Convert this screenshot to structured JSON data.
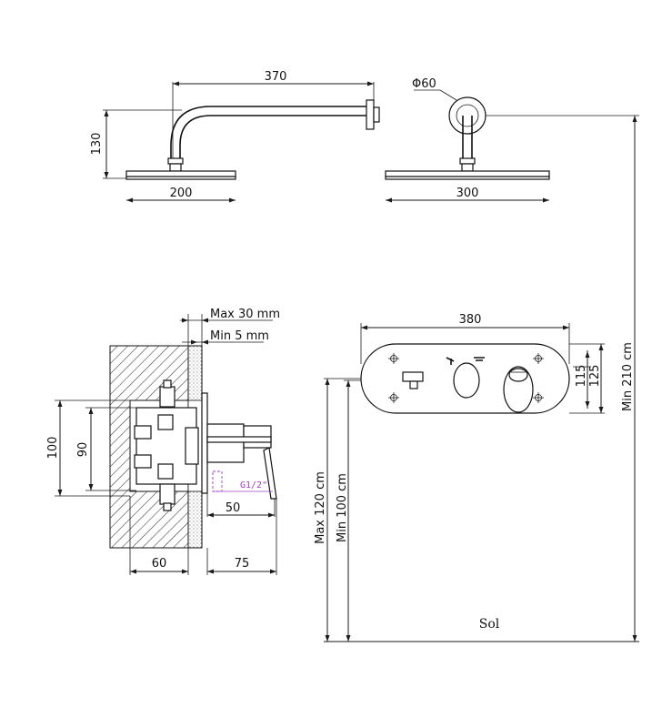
{
  "dimensions": {
    "arm_length": "370",
    "arm_height": "130",
    "pipe_diameter": "Φ60",
    "head_small": "200",
    "head_large": "300",
    "max_wall_depth": "Max 30 mm",
    "min_wall_depth": "Min 5 mm",
    "height_100": "100",
    "height_90": "90",
    "thread": "G1/2\"",
    "depth_50": "50",
    "depth_60": "60",
    "depth_75": "75",
    "plate_width": "380",
    "plate_height_115": "115",
    "plate_height_125": "125",
    "min_210": "Min 210 cm",
    "max_120": "Max 120 cm",
    "min_100": "Min 100 cm",
    "floor_label": "Sol"
  }
}
